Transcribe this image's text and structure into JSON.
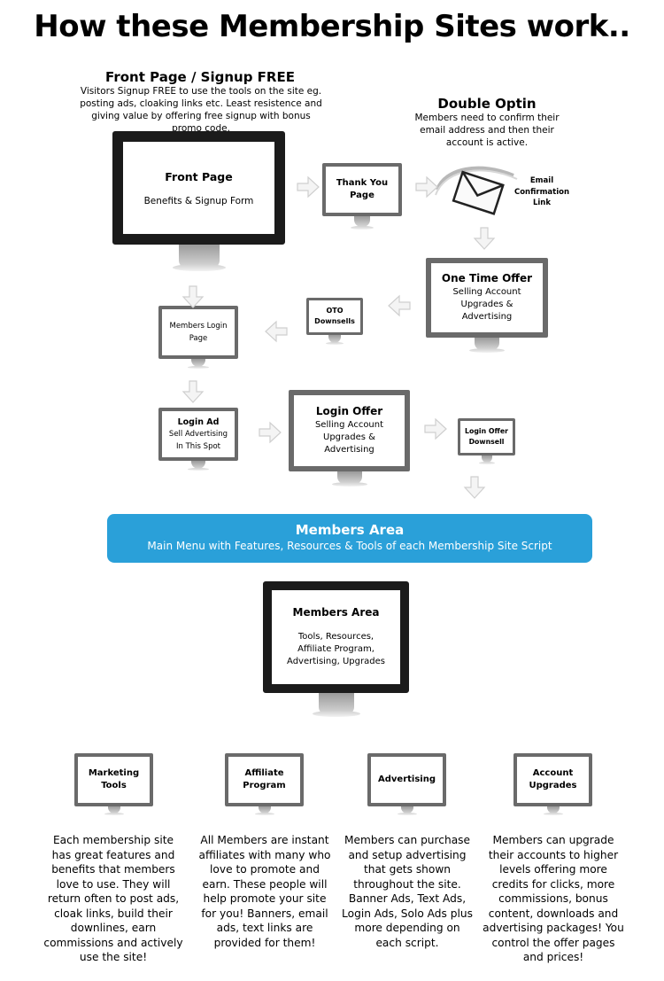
{
  "title": "How these Membership Sites work..",
  "front_caption": {
    "title": "Front Page / Signup FREE",
    "text": "Visitors Signup FREE to use the tools on the site eg. posting ads, cloaking links etc. Least resistence and giving value by offering free signup with bonus promo code."
  },
  "double_optin": {
    "title": "Double Optin",
    "text": "Members need to confirm their email address and then their account is active."
  },
  "screens": {
    "front_page": {
      "title": "Front Page",
      "text": "Benefits & Signup Form"
    },
    "thank_you": {
      "title": "Thank You Page"
    },
    "email_label": "Email Confirmation Link",
    "one_time_offer": {
      "title": "One Time Offer",
      "text": "Selling Account Upgrades & Advertising"
    },
    "oto_downsells": {
      "title": "OTO Downsells"
    },
    "members_login": {
      "text": "Members Login Page"
    },
    "login_ad": {
      "title": "Login Ad",
      "text": "Sell Advertising In This Spot"
    },
    "login_offer": {
      "title": "Login Offer",
      "text": "Selling Account Upgrades & Advertising"
    },
    "login_offer_downsell": {
      "title": "Login Offer Downsell"
    },
    "members_area": {
      "title": "Members Area",
      "text": "Tools, Resources, Affiliate Program, Advertising, Upgrades"
    }
  },
  "members_bar": {
    "title": "Members Area",
    "subtitle": "Main Menu with Features, Resources & Tools of each Membership Site Script"
  },
  "features": [
    {
      "label": "Marketing Tools",
      "text": "Each membership site has great features and benefits that members love to use. They will return often to post ads, cloak links, build their downlines, earn commissions and actively use the site!"
    },
    {
      "label": "Affiliate Program",
      "text": "All Members are instant affiliates with many who love to promote and earn. These people will help promote your site for you! Banners, email ads, text links are provided for them!"
    },
    {
      "label": "Advertising",
      "text": "Members can purchase and setup advertising that gets shown throughout the site. Banner Ads, Text Ads, Login Ads, Solo Ads plus more depending on each script."
    },
    {
      "label": "Account Upgrades",
      "text": "Members can upgrade their accounts to higher levels offering more credits for clicks, more commissions, bonus content, downloads and advertising packages! You control the offer pages and prices!"
    }
  ]
}
